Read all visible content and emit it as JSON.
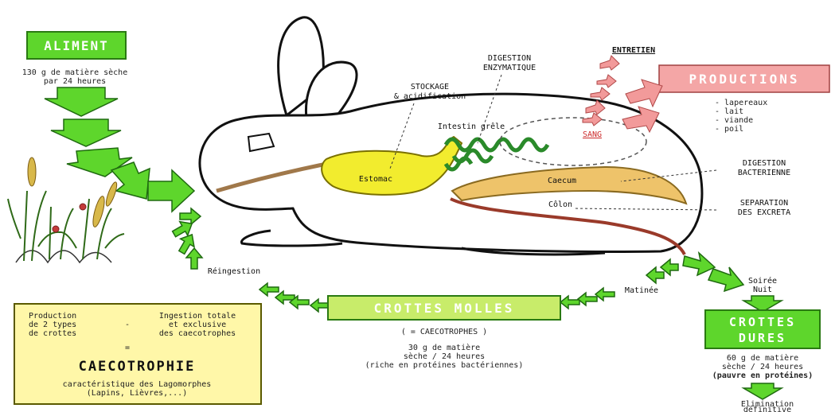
{
  "aliment": {
    "title": "ALIMENT",
    "line1": "130 g de matière sèche",
    "line2": "par 24 heures"
  },
  "productions": {
    "entretien": "ENTRETIEN",
    "title": "PRODUCTIONS",
    "items": [
      "- lapereaux",
      "- lait",
      "- viande",
      "- poil"
    ]
  },
  "rabbit": {
    "digestion_enzymatique": [
      "DIGESTION",
      "ENZYMATIQUE"
    ],
    "stockage": [
      "STOCKAGE",
      "& acidification"
    ],
    "intestin": "Intestin grêle",
    "sang": "SANG",
    "estomac": "Estomac",
    "caecum": "Caecum",
    "colon": "Côlon",
    "digestion_bacterienne": [
      "DIGESTION",
      "BACTERIENNE"
    ],
    "separation": [
      "SEPARATION",
      "DES EXCRETA"
    ]
  },
  "cycle": {
    "reingestion": "Réingestion",
    "matinee": "Matinée",
    "soiree": [
      "Soirée",
      "Nuit"
    ]
  },
  "crottes_molles": {
    "title": "CROTTES MOLLES",
    "subtitle": "( = CAECOTROPHES )",
    "line1": "30 g de matière",
    "line2": "sèche / 24 heures",
    "line3": "(riche en protéines bactériennes)"
  },
  "crottes_dures": {
    "title_line1": "CROTTES",
    "title_line2": "DURES",
    "line1": "60 g de matière",
    "line2": "sèche / 24 heures",
    "line3": "(pauvre en protéines)",
    "elimination": "Elimination",
    "elimination2": "définitive"
  },
  "caecotrophie": {
    "left1": "Production",
    "left2": "de 2 types",
    "left3": "de crottes",
    "dash": "-",
    "right1": "Ingestion totale",
    "right2": "et exclusive",
    "right3": "des caecotrophes",
    "eq": "=",
    "title": "CAECOTROPHIE",
    "desc1": "caractéristique des Lagomorphes",
    "desc2": "(Lapins, Lièvres,...)"
  }
}
